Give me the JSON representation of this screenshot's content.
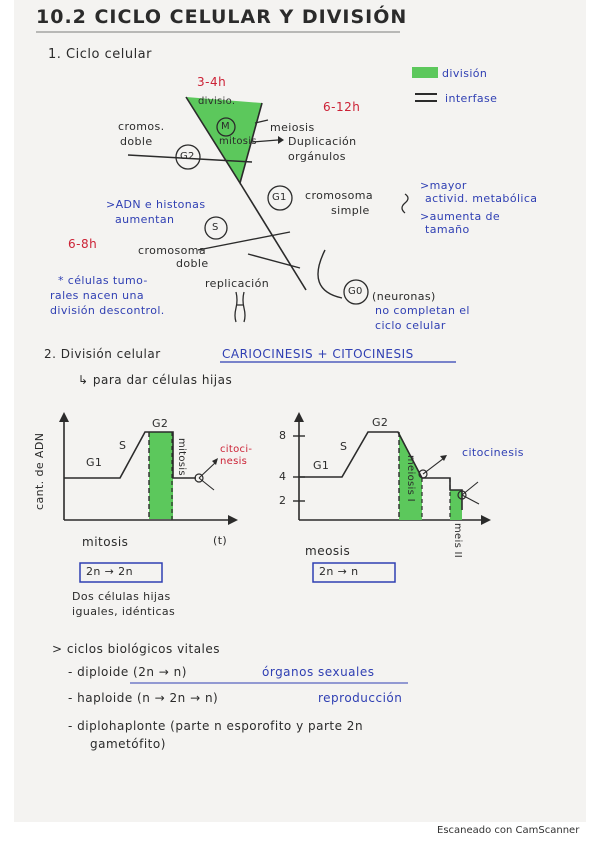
{
  "title": "10.2 CICLO CELULAR Y DIVISIÓN",
  "section1": {
    "heading": "1. Ciclo celular",
    "legend": {
      "division": "división",
      "interfase": "interfase"
    },
    "time_division": "3-4h",
    "time_g1": "6-12h",
    "time_s": "6-8h",
    "phase_division": "divisio.",
    "phase_m": "M",
    "phase_mitosis": "mitosis",
    "meiosis": "meiosis",
    "g2_left_1": "cromos.",
    "g2_left_2": "doble",
    "g2": "G2",
    "duplicacion_1": "Duplicación",
    "duplicacion_2": "orgánulos",
    "g1": "G1",
    "cromosoma_1": "cromosoma",
    "cromosoma_2": "simple",
    "g1_note_1": ">mayor",
    "g1_note_2": "activid. metabólica",
    "g1_note_3": ">aumenta de",
    "g1_note_4": "tamaño",
    "s_note_1": ">ADN e histonas",
    "s_note_2": "aumentan",
    "s": "S",
    "s_cromosoma_1": "cromosoma",
    "s_cromosoma_2": "doble",
    "replicacion": "replicación",
    "tumor_1": "* células tumo-",
    "tumor_2": "rales nacen una",
    "tumor_3": "división descontrol.",
    "g0": "G0",
    "g0_note_1": "(neuronas)",
    "g0_note_2": "no completan el",
    "g0_note_3": "ciclo celular"
  },
  "section2": {
    "heading_prefix": "2. División celular",
    "heading_highlight": "CARIOCINESIS + CITOCINESIS",
    "subheading": "↳ para dar células hijas",
    "mitosis_graph": {
      "ylabel": "cant. de ADN",
      "g1": "G1",
      "s": "S",
      "g2": "G2",
      "mitosis_vertical": "mitosis",
      "citocinesis_1": "citoci-",
      "citocinesis_2": "nesis",
      "name": "mitosis",
      "t": "(t)",
      "formula": "2n → 2n",
      "note_1": "Dos células hijas",
      "note_2": "iguales, idénticas"
    },
    "meiosis_graph": {
      "tick_8": "8",
      "tick_4": "4",
      "tick_2": "2",
      "g1": "G1",
      "s": "S",
      "g2": "G2",
      "meiosis1": "meiosis I",
      "meiosis2": "meis II",
      "citocinesis": "citocinesis",
      "name": "meosis",
      "formula": "2n → n"
    }
  },
  "section3": {
    "heading": "> ciclos biológicos vitales",
    "items": [
      {
        "label": "- diploide (2n → n)",
        "note": "órganos sexuales"
      },
      {
        "label": "- haploide (n → 2n → n)",
        "note": "reproducción"
      },
      {
        "label": "- diplohaplonte (parte n esporofito y parte 2n",
        "note": ""
      }
    ],
    "item3_cont": "gametófito)"
  },
  "footer": "Escaneado con CamScanner",
  "colors": {
    "ink": "#2b2b2b",
    "blue": "#2f3fb3",
    "red": "#cc2236",
    "green": "#5cc85c",
    "paper": "#f4f3f1"
  }
}
